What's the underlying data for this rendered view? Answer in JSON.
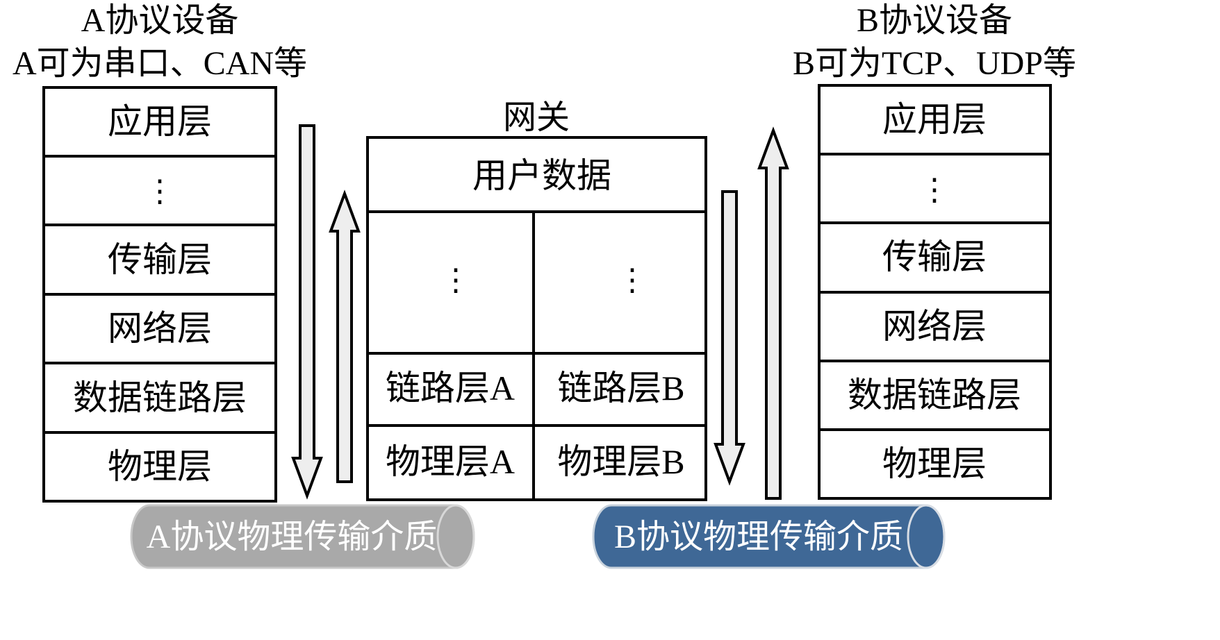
{
  "device_a": {
    "title": "A协议设备",
    "subtitle": "A可为串口、CAN等",
    "layers": [
      "应用层",
      "⋮",
      "传输层",
      "网络层",
      "数据链路层",
      "物理层"
    ]
  },
  "gateway": {
    "title": "网关",
    "user_data": "用户数据",
    "left_dots": "⋮",
    "right_dots": "⋮",
    "link_a": "链路层A",
    "link_b": "链路层B",
    "phys_a": "物理层A",
    "phys_b": "物理层B"
  },
  "device_b": {
    "title": "B协议设备",
    "subtitle": "B可为TCP、UDP等",
    "layers": [
      "应用层",
      "⋮",
      "传输层",
      "网络层",
      "数据链路层",
      "物理层"
    ]
  },
  "media": {
    "a_label": "A协议物理传输介质",
    "a_color": "#a9a9a9",
    "b_label": "B协议物理传输介质",
    "b_color": "#3f6896"
  },
  "arrows": {
    "a_down": "down-arrow",
    "a_up": "up-arrow",
    "b_down": "down-arrow",
    "b_up": "up-arrow"
  }
}
